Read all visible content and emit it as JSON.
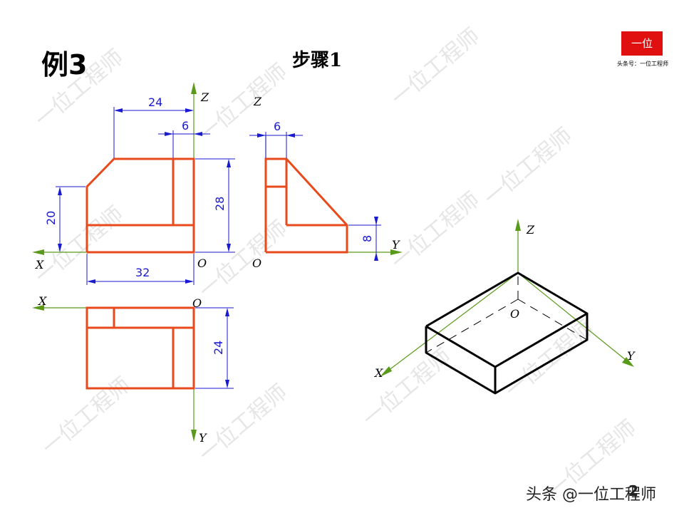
{
  "header": {
    "title": "例3",
    "step": "步骤1"
  },
  "logo": {
    "text": "一位",
    "caption": "头条号：一位工程师"
  },
  "footer": {
    "text": "头条 @一位工程师",
    "page": "2"
  },
  "watermark": {
    "text": "一位工程师"
  },
  "axes": {
    "x": "X",
    "y": "Y",
    "z": "Z",
    "origin": "O"
  },
  "dimensions": {
    "front_width_top": "24",
    "front_notch": "6",
    "front_height": "28",
    "front_chamfer_height": "20",
    "front_width": "32",
    "side_width_top": "6",
    "side_step_height": "8",
    "top_depth": "24"
  },
  "colors": {
    "part": "#e84a1c",
    "axis": "#5a9a1a",
    "dimension": "#1a1ad0",
    "box": "#000000"
  }
}
